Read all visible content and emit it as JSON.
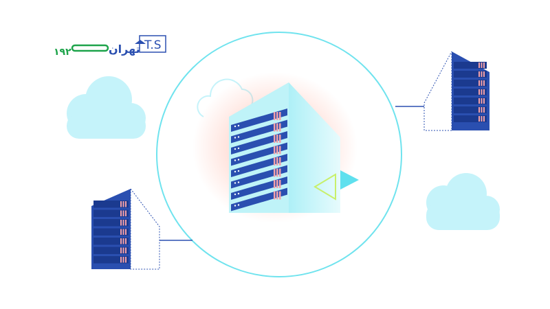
{
  "logo": {
    "latin": "T.S",
    "persian": "تهران",
    "digits": "۱۹۲"
  },
  "colors": {
    "server": "#2a4fb0",
    "serverDark": "#1b3a8f",
    "slot": "#f3a0a8",
    "cyan": "#5fe0ee",
    "cloud": "#c5f3fa",
    "circle": "#6fe3ee",
    "line": "#2a4fb0",
    "green": "#1da34a"
  }
}
